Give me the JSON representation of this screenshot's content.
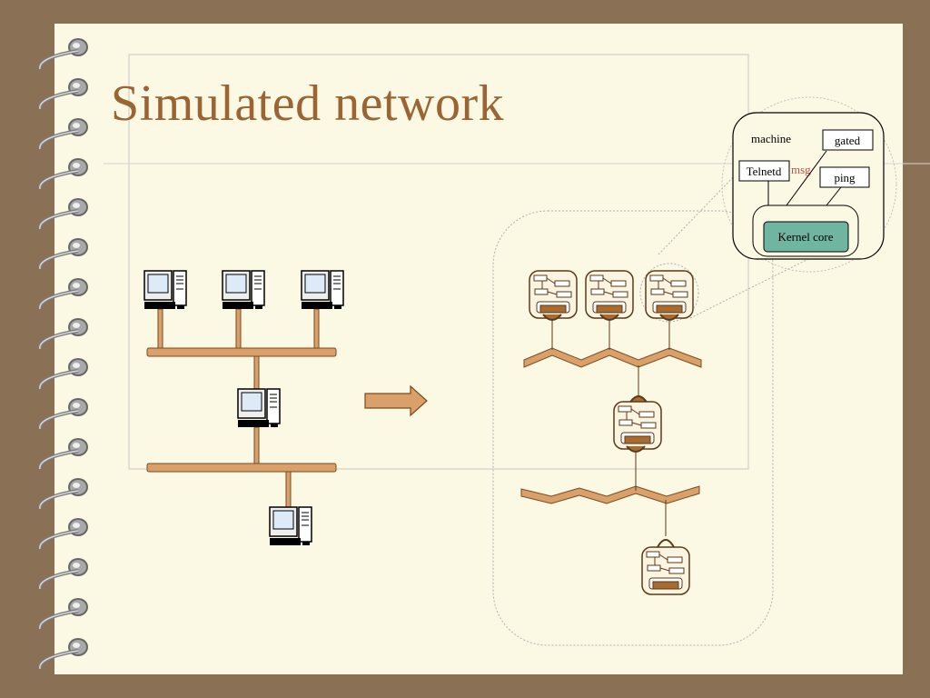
{
  "slide": {
    "title": "Simulated network"
  },
  "machine_detail": {
    "container_label": "machine",
    "processes": [
      "gated",
      "Telnetd",
      "ping"
    ],
    "message_label": "msg",
    "kernel_label": "Kernel core"
  },
  "colors": {
    "background": "#8a7055",
    "page": "#fbf8e4",
    "title": "#9b6433",
    "wire": "#d9a06a",
    "wire_border": "#7b4a1e",
    "kernel_fill": "#6fb5a0",
    "msg": "#c0504d"
  }
}
